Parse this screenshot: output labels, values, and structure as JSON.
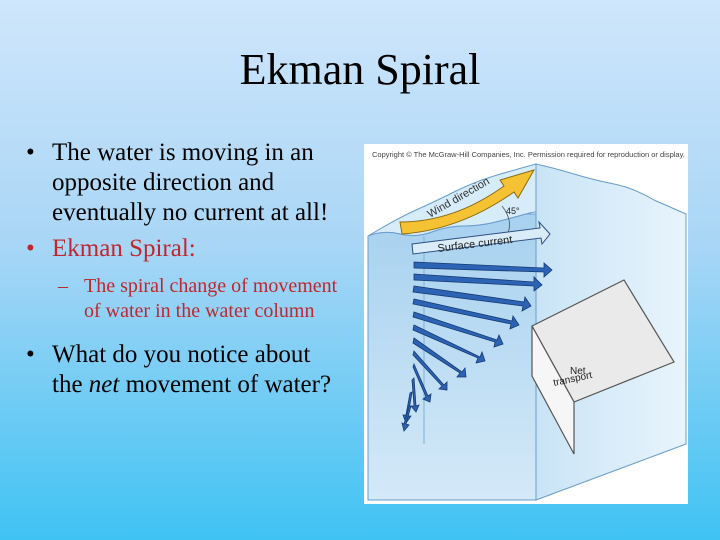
{
  "slide": {
    "title": "Ekman Spiral",
    "bullets": [
      {
        "text": "The water is moving in an opposite direction and eventually no current at all!"
      },
      {
        "text": "Ekman Spiral:",
        "color": "#c0262d"
      },
      {
        "subtext": "The spiral change of movement of water in the water column",
        "color": "#c0262d"
      },
      {
        "text_before": "What do you notice about the ",
        "text_italic": "net",
        "text_after": " movement of water?"
      }
    ],
    "bullet_glyph": "•",
    "dash_glyph": "–"
  },
  "figure": {
    "copyright": "Copyright © The McGraw-Hill Companies, Inc. Permission required for reproduction or display.",
    "labels": {
      "wind": "Wind direction",
      "angle": "45°",
      "surface": "Surface current",
      "net_line1": "Net",
      "net_line2": "transport"
    },
    "colors": {
      "water": "#b9dcf3",
      "wind_arrow": "#f4c233",
      "current_arrow": "#2d63b4"
    }
  }
}
